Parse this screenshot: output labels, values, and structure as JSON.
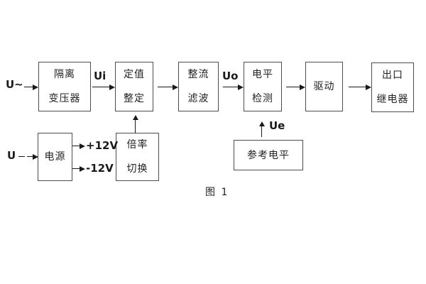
{
  "figure_caption": "图 1",
  "diagram": {
    "line_color": "#1a1a1a",
    "box_border_color": "#4d4d4d",
    "background_color": "#ffffff",
    "boxes": {
      "isolation_transformer": {
        "line1": "隔离",
        "line2": "变压器"
      },
      "setting_adjust": {
        "line1": "定值",
        "line2": "整定"
      },
      "rectify_filter": {
        "line1": "整流",
        "line2": "滤波"
      },
      "level_detect": {
        "line1": "电平",
        "line2": "检测"
      },
      "drive": {
        "label": "驱动"
      },
      "output_relay": {
        "line1": "出口",
        "line2": "继电器"
      },
      "power_supply": {
        "label": "电源"
      },
      "ratio_switch": {
        "line1": "倍率",
        "line2": "切换"
      },
      "reference_level": {
        "label": "参考电平"
      }
    },
    "signals": {
      "ac_input": "U~",
      "dc_input": "U",
      "ui": "Ui",
      "uo": "Uo",
      "ue": "Ue",
      "plus_12v": "+12V",
      "minus_12v": "-12V"
    }
  }
}
